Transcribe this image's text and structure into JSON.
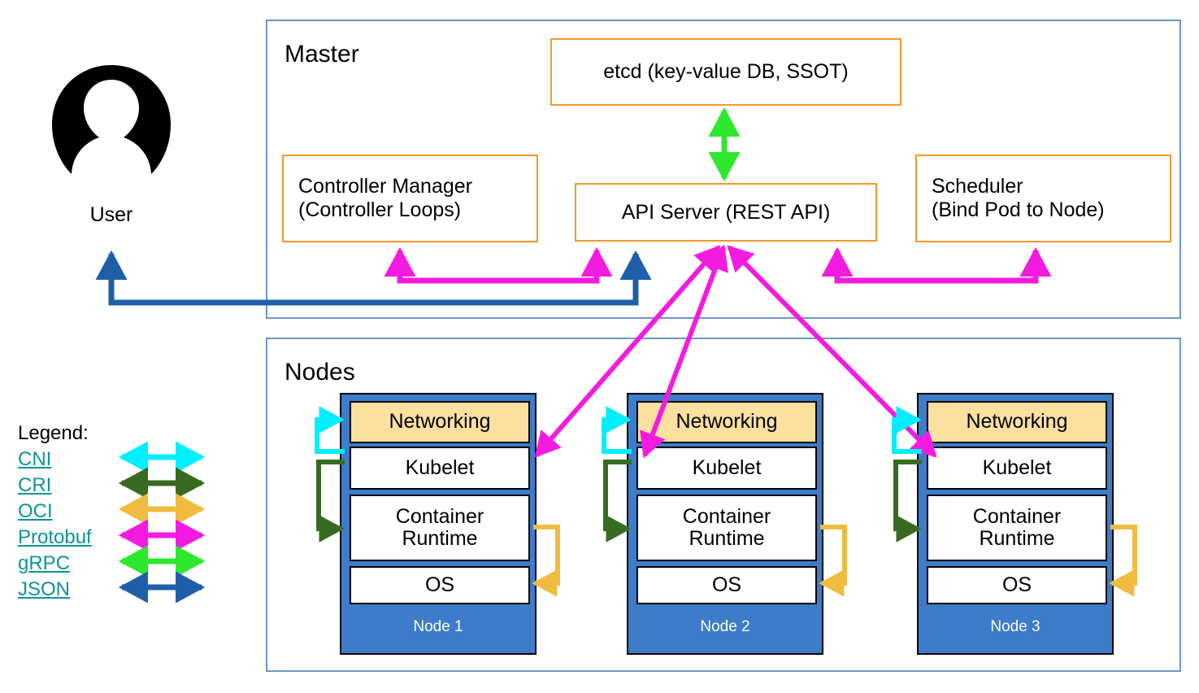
{
  "user": {
    "icon": "user-avatar-icon",
    "label": "User"
  },
  "master": {
    "title": "Master",
    "boxes": [
      {
        "id": "etcd",
        "label": "etcd (key-value DB, SSOT)"
      },
      {
        "id": "controller-manager",
        "label": "Controller Manager\n(Controller Loops)"
      },
      {
        "id": "api-server",
        "label": "API Server (REST API)"
      },
      {
        "id": "scheduler",
        "label": "Scheduler\n(Bind Pod to Node)"
      }
    ],
    "controller_manager_line1": "Controller Manager",
    "controller_manager_line2": "(Controller Loops)",
    "scheduler_line1": "Scheduler",
    "scheduler_line2": "(Bind Pod to Node)",
    "etcd_label": "etcd (key-value DB, SSOT)",
    "api_server_label": "API Server (REST API)"
  },
  "nodes": {
    "title": "Nodes",
    "layer_labels": {
      "networking": "Networking",
      "kubelet": "Kubelet",
      "container_runtime_line1": "Container",
      "container_runtime_line2": "Runtime",
      "os": "OS"
    },
    "items": [
      {
        "name": "Node 1"
      },
      {
        "name": "Node 2"
      },
      {
        "name": "Node 3"
      }
    ]
  },
  "legend": {
    "title": "Legend:",
    "entries": [
      {
        "label": "CNI",
        "color": "#00EFFF"
      },
      {
        "label": "CRI",
        "color": "#386B22"
      },
      {
        "label": "OCI",
        "color": "#EFBC3F"
      },
      {
        "label": "Protobuf",
        "color": "#F41BE0"
      },
      {
        "label": "gRPC",
        "color": "#2DE82D"
      },
      {
        "label": "JSON",
        "color": "#1F5FA9"
      }
    ]
  },
  "colors": {
    "container_border": "#6B95C8",
    "component_border": "#F2982B",
    "node_fill": "#3D7CC9",
    "networking_fill": "#FBE0A0",
    "legend_link": "#0D9499",
    "cni": "#00EFFF",
    "cri": "#386B22",
    "oci": "#EFBC3F",
    "protobuf": "#F41BE0",
    "grpc": "#2DE82D",
    "json": "#1F5FA9"
  }
}
